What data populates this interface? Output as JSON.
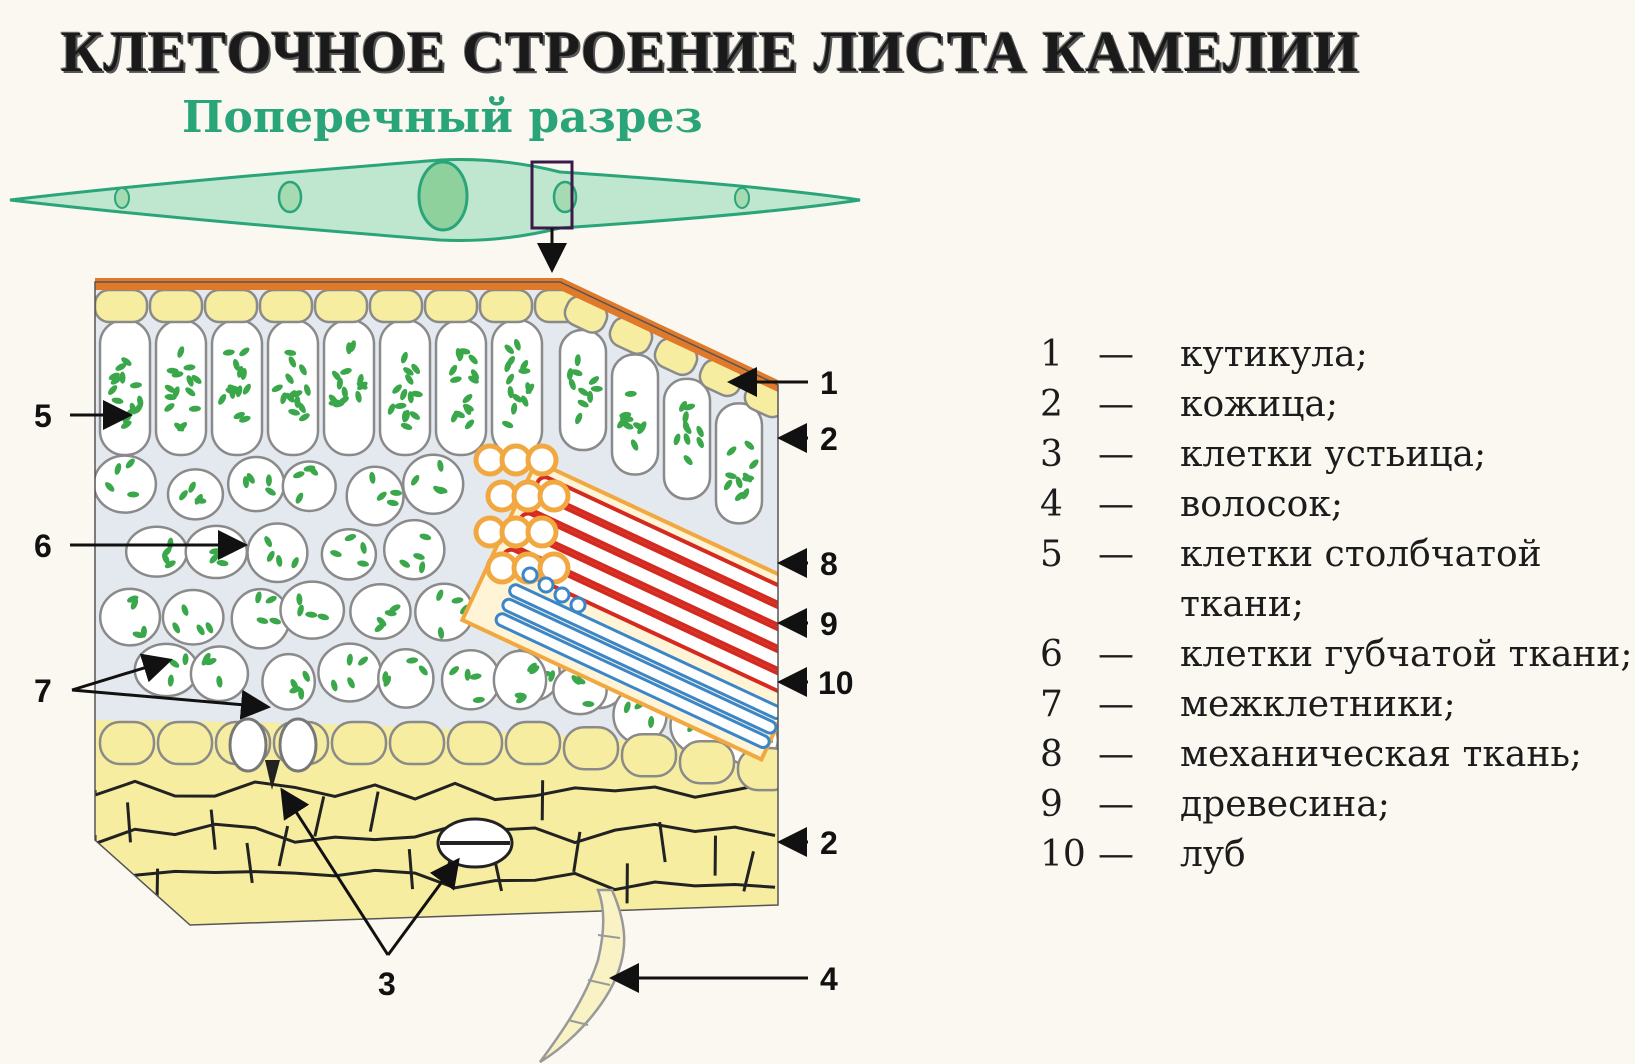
{
  "title": "КЛЕТОЧНОЕ СТРОЕНИЕ ЛИСТА КАМЕЛИИ",
  "subtitle": "Поперечный разрез",
  "callouts": {
    "c1": "1",
    "c2a": "2",
    "c2b": "2",
    "c3": "3",
    "c4": "4",
    "c5": "5",
    "c6": "6",
    "c7": "7",
    "c8": "8",
    "c9": "9",
    "c10": "10"
  },
  "legend": [
    {
      "num": "1",
      "dash": "—",
      "text": "кутикула;"
    },
    {
      "num": "2",
      "dash": "—",
      "text": "кожица;"
    },
    {
      "num": "3",
      "dash": "—",
      "text": "клетки устьица;"
    },
    {
      "num": "4",
      "dash": "—",
      "text": "волосок;"
    },
    {
      "num": "5",
      "dash": "—",
      "text": "клетки столбчатой"
    },
    {
      "num": "",
      "dash": "",
      "text": "ткани;"
    },
    {
      "num": "6",
      "dash": "—",
      "text": "клетки губчатой ткани;"
    },
    {
      "num": "7",
      "dash": "—",
      "text": "межклетники;"
    },
    {
      "num": "8",
      "dash": "—",
      "text": "механическая ткань;"
    },
    {
      "num": "9",
      "dash": "—",
      "text": "древесина;"
    },
    {
      "num": "10",
      "dash": "—",
      "text": "луб"
    }
  ],
  "colors": {
    "cuticle": "#e07a2a",
    "epidermis": "#f6eda0",
    "cell_fill": "#ffffff",
    "cell_stroke": "#8a8a8a",
    "chloroplast": "#3aa84a",
    "intercellular": "#dfe6ea",
    "leaf_outline": "#2aa57a",
    "leaf_fill": "#bfe6cf",
    "selector": "#3b1a4a",
    "xylem": "#d42a20",
    "phloem": "#3b86c8",
    "mechanical": "#f2a840"
  }
}
